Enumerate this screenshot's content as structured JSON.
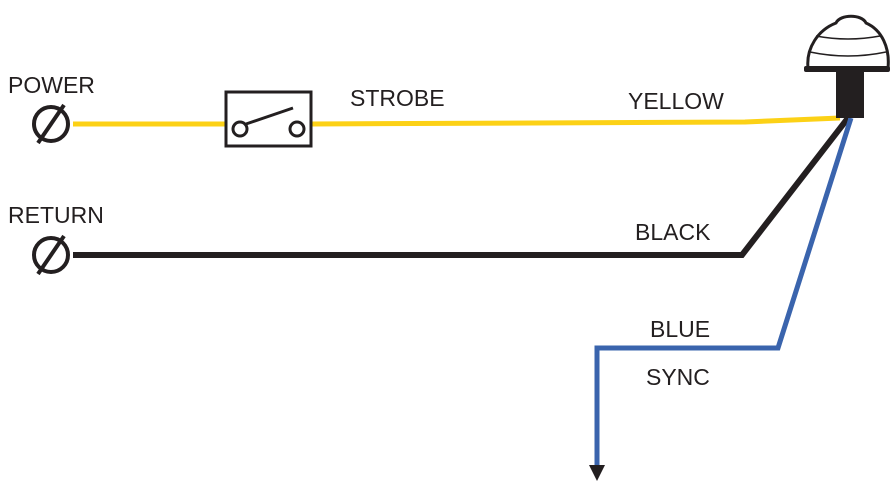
{
  "terminals": {
    "power": {
      "label": "POWER"
    },
    "return": {
      "label": "RETURN"
    }
  },
  "switch": {
    "label": "STROBE"
  },
  "wires": {
    "yellow": {
      "label": "YELLOW",
      "color": "#fcd116"
    },
    "black": {
      "label": "BLACK",
      "color": "#231f20"
    },
    "blue": {
      "label": "BLUE",
      "function": "SYNC",
      "color": "#3a64ad"
    }
  },
  "device": {
    "icon": "strobe-light-icon"
  }
}
